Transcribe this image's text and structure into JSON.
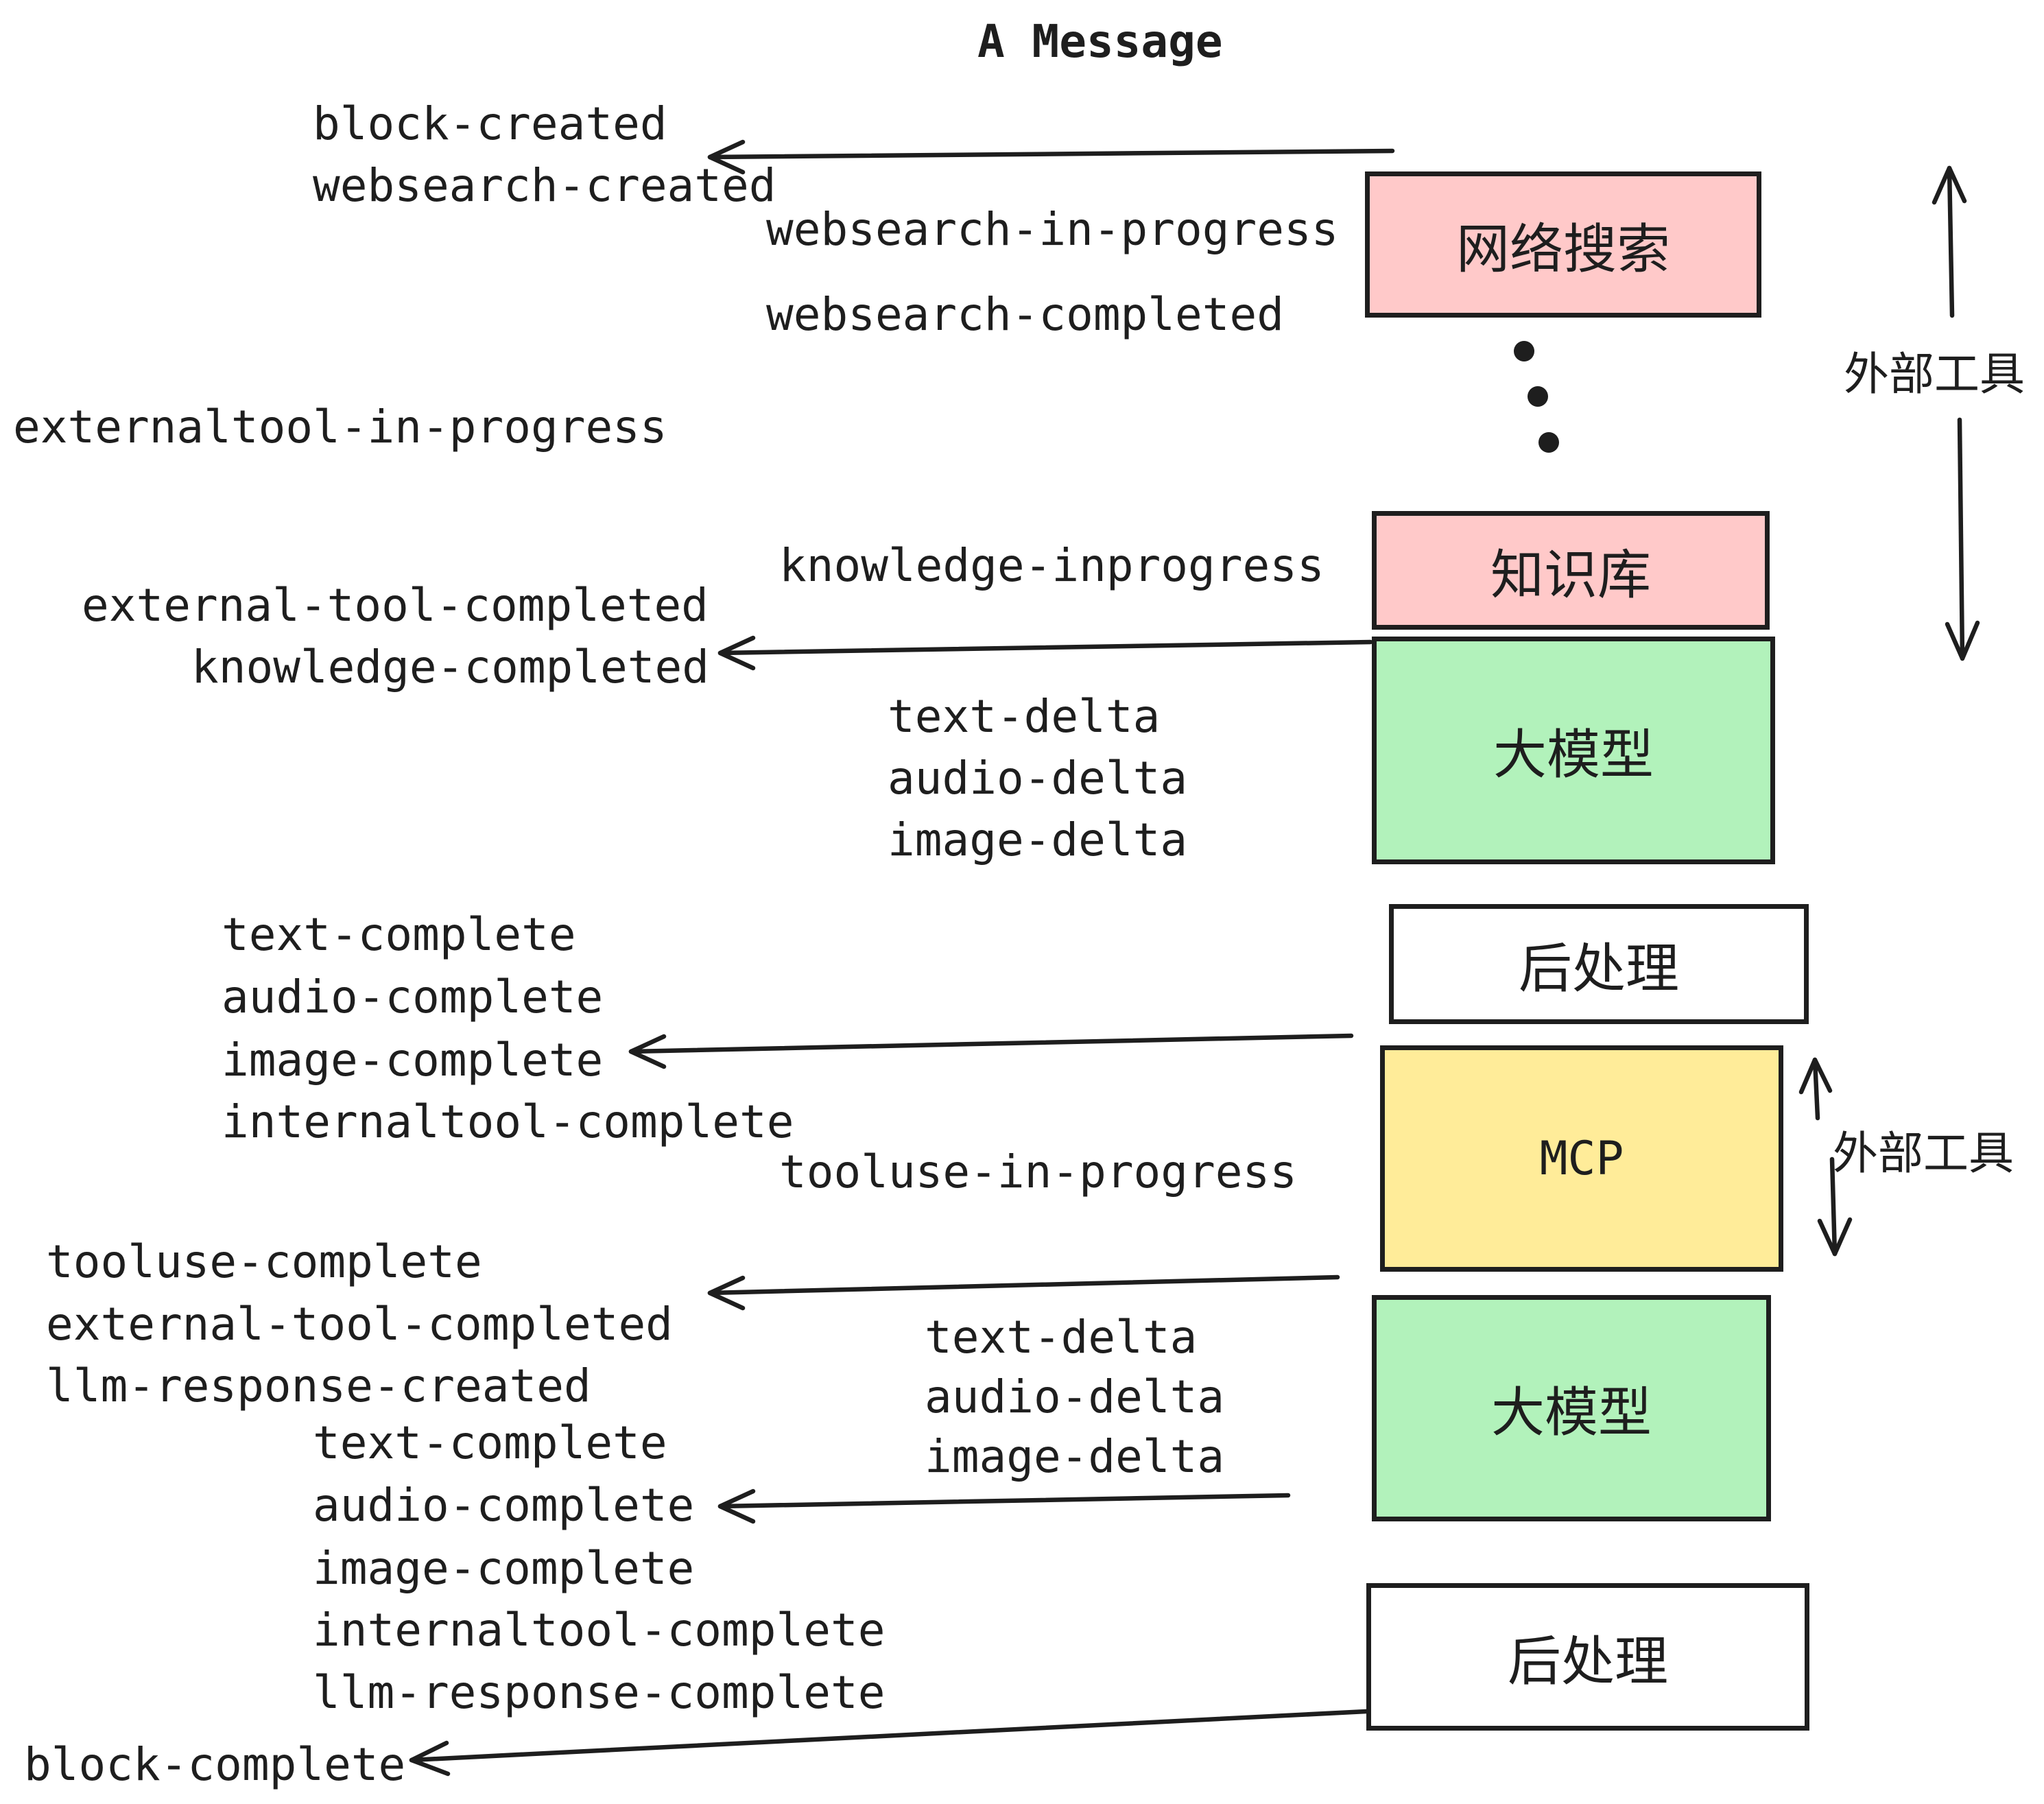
{
  "title": "A Message",
  "events": {
    "block_created": "block-created",
    "websearch_created": "websearch-created",
    "websearch_in_progress": "websearch-in-progress",
    "websearch_completed": "websearch-completed",
    "externaltool_in_progress": "externaltool-in-progress",
    "knowledge_inprogress": "knowledge-inprogress",
    "external_tool_completed": "external-tool-completed",
    "knowledge_completed": "knowledge-completed",
    "text_delta": "text-delta",
    "audio_delta": "audio-delta",
    "image_delta": "image-delta",
    "text_complete": "text-complete",
    "audio_complete": "audio-complete",
    "image_complete": "image-complete",
    "internaltool_complete": "internaltool-complete",
    "tooluse_in_progress": "tooluse-in-progress",
    "tooluse_complete": "tooluse-complete",
    "llm_response_created": "llm-response-created",
    "llm_response_complete": "llm-response-complete",
    "block_complete": "block-complete"
  },
  "nodes": {
    "websearch": "网络搜索",
    "knowledge": "知识库",
    "llm": "大模型",
    "post": "后处理",
    "mcp": "MCP"
  },
  "side": {
    "external_tools": "外部工具"
  },
  "colors": {
    "stroke": "#1e1e1e",
    "node_pink": "#ffc9c9",
    "node_green": "#b2f2bb",
    "node_yellow": "#ffec99",
    "node_white": "#ffffff"
  }
}
